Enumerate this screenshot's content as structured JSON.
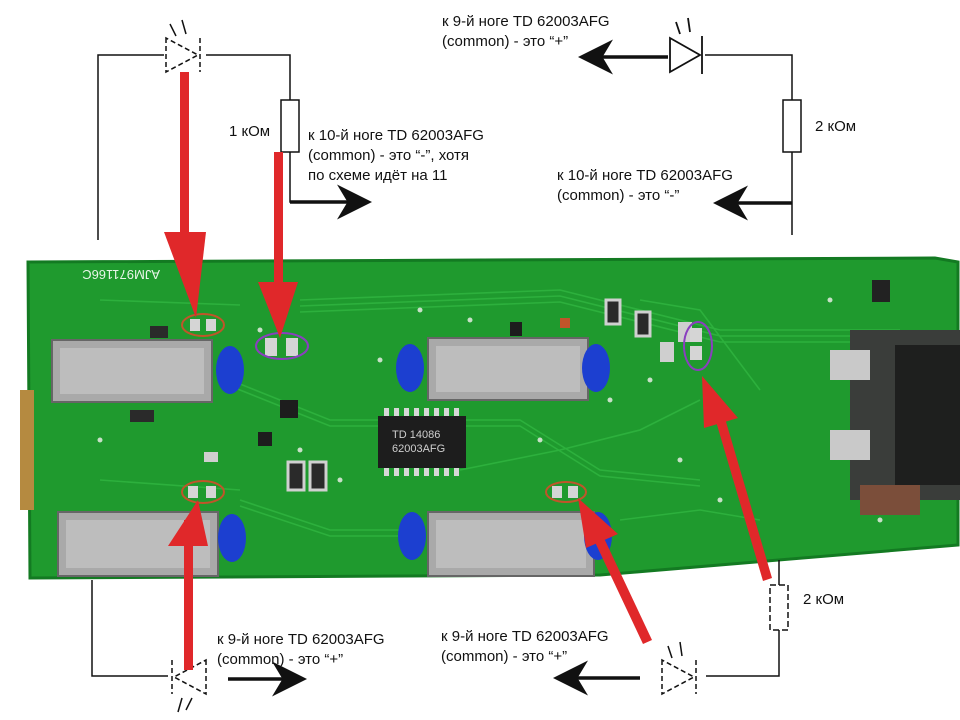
{
  "colors": {
    "pcb_green": "#1f9a2e",
    "pcb_dark": "#137a22",
    "trace_green": "#2fb33f",
    "annotation_red": "#e0282a",
    "ellipse_orange": "#c0552a",
    "ellipse_purple": "#8a3fbf",
    "led_blue": "#1c3fd0",
    "wire_black": "#111111"
  },
  "board": {
    "silkscreen_code": "AJM971166C",
    "chip_marking_line1": "TD 14086",
    "chip_marking_line2": "62003AFG"
  },
  "top_left": {
    "resistor_label": "1 кОм",
    "note_line1": "к 10-й ноге TD 62003AFG",
    "note_line2": "(common) - это “-”, хотя",
    "note_line3": "по схеме идёт на 11"
  },
  "top_right": {
    "plus_line1": "к 9-й ноге TD 62003AFG",
    "plus_line2": "(common) - это “+”",
    "resistor_label": "2 кОм",
    "minus_line1": "к 10-й ноге TD 62003AFG",
    "minus_line2": "(common) - это “-”"
  },
  "bottom_left": {
    "plus_line1": "к 9-й ноге TD 62003AFG",
    "plus_line2": "(common) - это “+”"
  },
  "bottom_right": {
    "plus_line1": "к 9-й ноге TD 62003AFG",
    "plus_line2": "(common) - это “+”",
    "resistor_label": "2 кОм"
  }
}
